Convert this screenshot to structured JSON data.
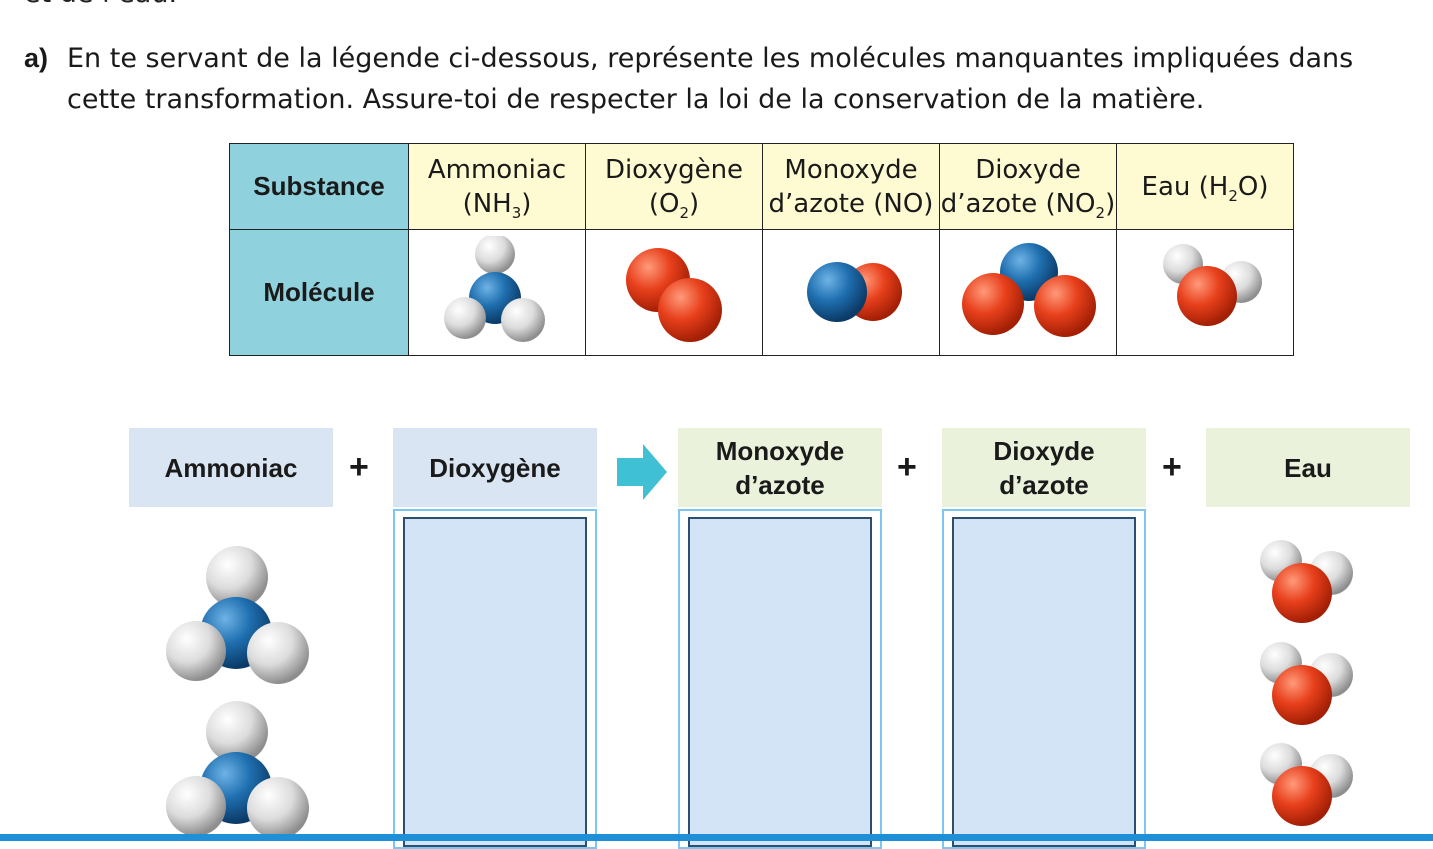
{
  "top_cut_text": "et de l’eau.",
  "question": {
    "letter": "a)",
    "text": "En te servant de la légende ci-dessous, représente les molécules manquantes impliquées dans cette transformation. Assure-toi de respecter la loi de la conservation de la matière."
  },
  "legend": {
    "row1_header": "Substance",
    "row2_header": "Molécule",
    "substances": [
      {
        "name": "Ammoniac",
        "formula_prefix": "(NH",
        "formula_sub": "3",
        "formula_suffix": ")",
        "molecule_icon": "ammonia-molecule-icon"
      },
      {
        "name": "Dioxygène",
        "formula_prefix": "(O",
        "formula_sub": "2",
        "formula_suffix": ")",
        "molecule_icon": "dioxygen-molecule-icon"
      },
      {
        "name": "Monoxyde",
        "line2": "d’azote (NO)",
        "molecule_icon": "nitrogen-monoxide-molecule-icon"
      },
      {
        "name": "Dioxyde",
        "formula_prefix": "d’azote (NO",
        "formula_sub": "2",
        "formula_suffix": ")",
        "molecule_icon": "nitrogen-dioxide-molecule-icon"
      },
      {
        "name": "Eau (H",
        "formula_sub": "2",
        "formula_suffix": "O)",
        "molecule_icon": "water-molecule-icon"
      }
    ]
  },
  "equation": {
    "reactant1": "Ammoniac",
    "reactant2": "Dioxygène",
    "product1_line1": "Monoxyde",
    "product1_line2": "d’azote",
    "product2_line1": "Dioxyde",
    "product2_line2": "d’azote",
    "product3": "Eau",
    "plus": "+",
    "arrow_icon": "arrow-right-icon"
  },
  "colors": {
    "header_teal": "#8fd1dc",
    "header_yellow": "#fefbd2",
    "reactant_bg": "#dae5f3",
    "product_bg": "#eaf2dc",
    "drop_zone": "#d3e4f7",
    "nitrogen_blue": "#1f6fb0",
    "oxygen_red": "#e8401c",
    "hydrogen_white": "#e6e6e6",
    "arrow_cyan": "#3fc0d4",
    "bottom_bar": "#1f8fd8"
  }
}
